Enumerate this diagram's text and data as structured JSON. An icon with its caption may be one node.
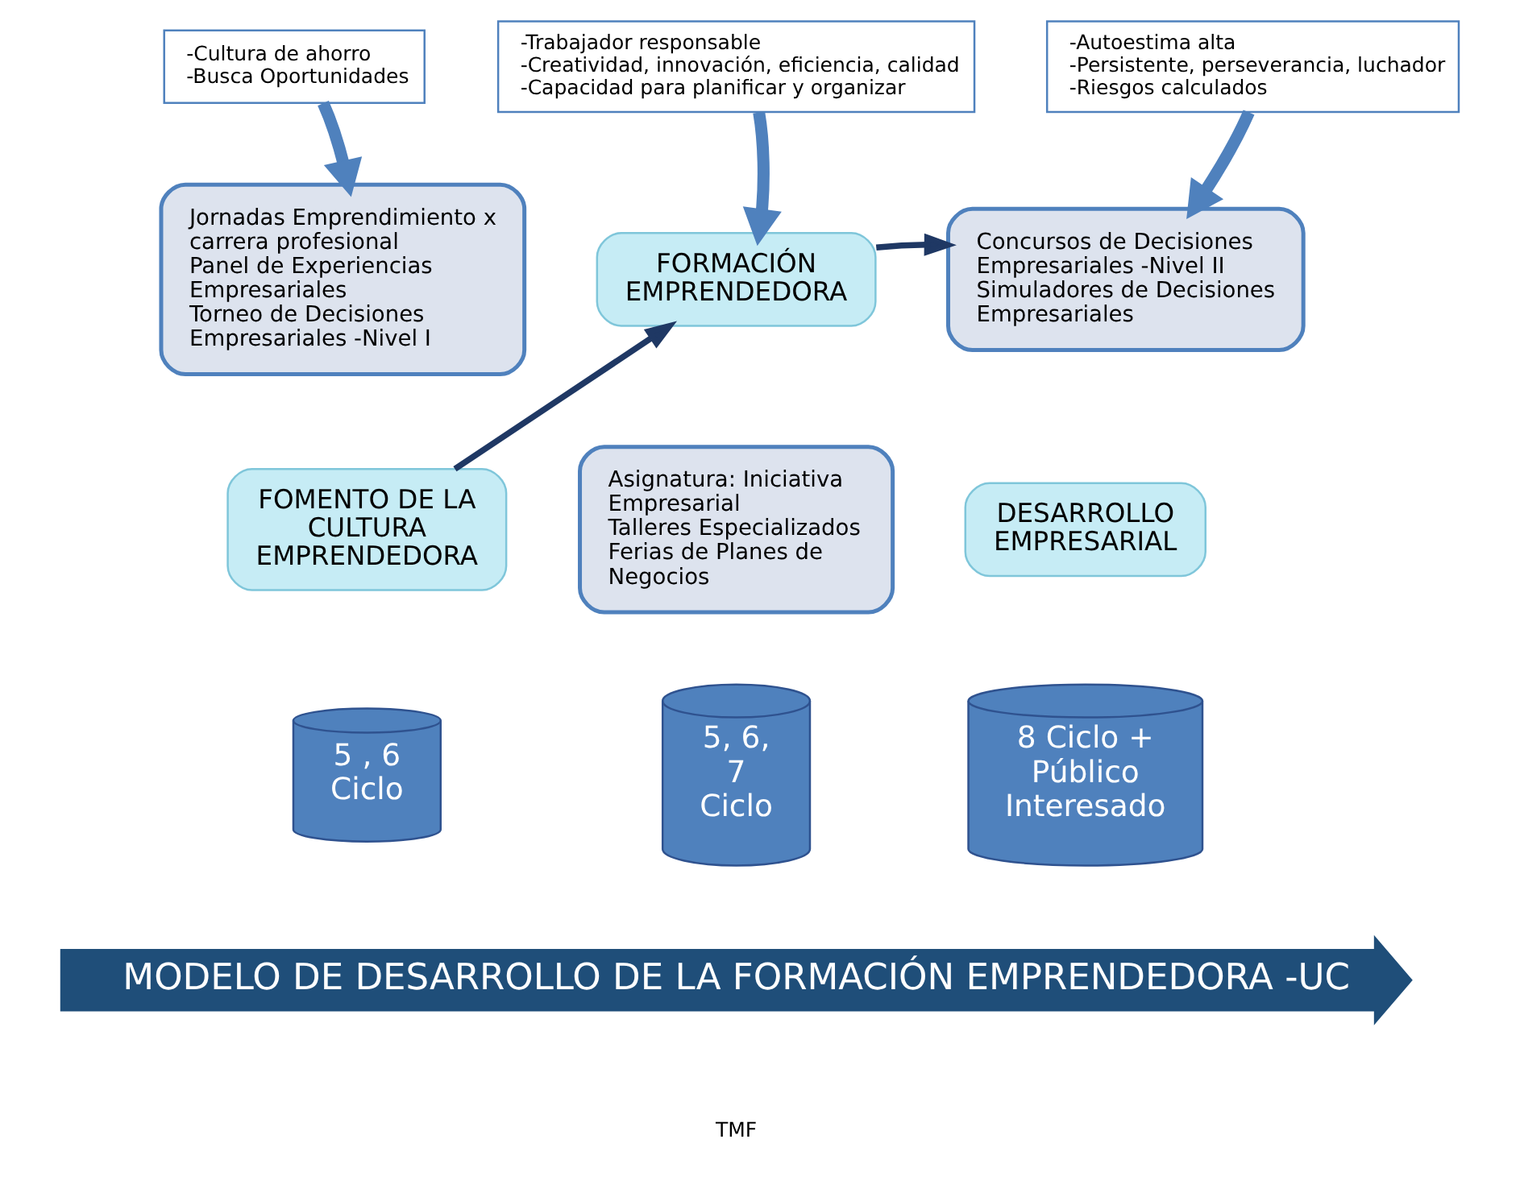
{
  "diagram": {
    "nodes": [
      {
        "text": [
          "-Cultura de ahorro",
          "-Busca Oportunidades"
        ]
      },
      {
        "text": [
          "Jornadas Emprendimiento x carrera profesional",
          "Panel de Experiencias Empresariales",
          "Torneo de Decisiones Empresariales -Nivel I"
        ]
      },
      {
        "text": [
          "FOMENTO DE LA CULTURA EMPRENDEDORA"
        ]
      },
      {
        "text": [
          "5 , 6 Ciclo"
        ]
      },
      {
        "text": [
          "-Trabajador responsable",
          "-Creatividad, innovación, eficiencia, calidad",
          "-Capacidad para planificar y organizar"
        ]
      },
      {
        "text": [
          "Asignatura: Iniciativa Empresarial",
          "Talleres Especializados",
          "Ferias de Planes de Negocios"
        ]
      },
      {
        "text": [
          "FORMACIÓN EMPRENDEDORA"
        ]
      },
      {
        "text": [
          "5, 6, 7 Ciclo"
        ]
      },
      {
        "text": [
          "-Autoestima alta",
          "-Persistente, perseverancia, luchador",
          "-Riesgos calculados"
        ]
      },
      {
        "text": [
          "Concursos de Decisiones Empresariales -Nivel II",
          "Simuladores de Decisiones Empresariales"
        ]
      },
      {
        "text": [
          "DESARROLLO EMPRESARIAL"
        ]
      },
      {
        "text": [
          "8 Ciclo + Público Interesado"
        ]
      },
      {
        "text": [
          "MODELO DE DESARROLLO DE LA FORMACIÓN EMPRENDEDORA -UC"
        ]
      }
    ],
    "edges": [
      {
        "from": 0,
        "to": 1,
        "arrow": "to"
      },
      {
        "from": 4,
        "to": 6,
        "arrow": "to"
      },
      {
        "from": 8,
        "to": 9,
        "arrow": "to"
      },
      {
        "from": 2,
        "to": 6,
        "arrow": "to",
        "color": "#1f3864"
      },
      {
        "from": 6,
        "to": 9,
        "arrow": "to",
        "color": "#1f3864"
      }
    ],
    "labels": [
      "TMF"
    ]
  }
}
